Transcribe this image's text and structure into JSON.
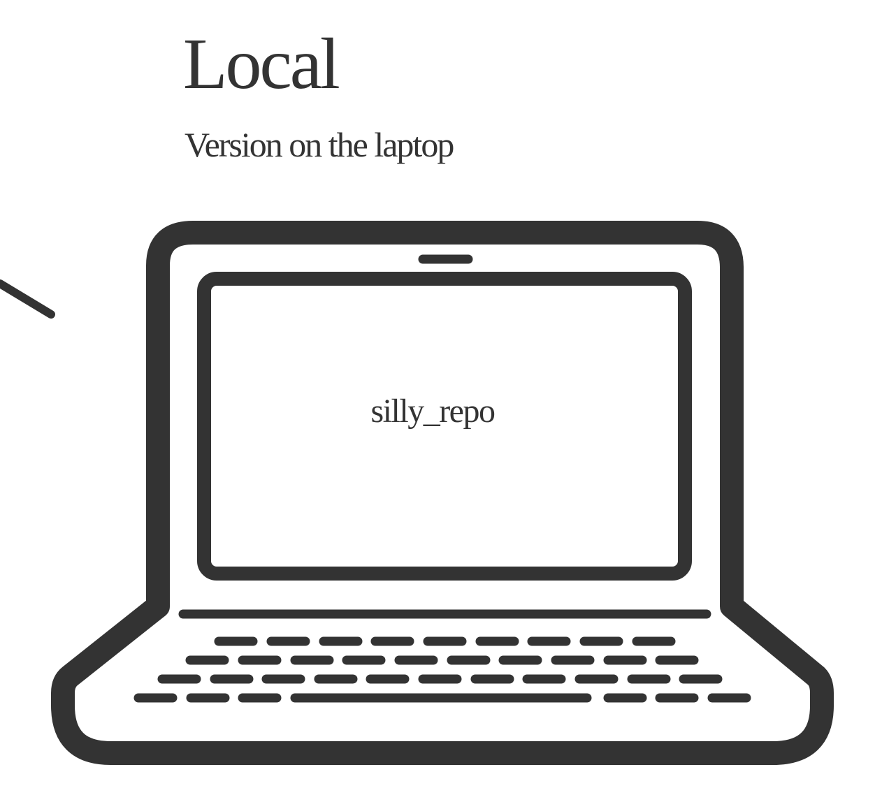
{
  "header": {
    "title": "Local",
    "subtitle": "Version on the laptop"
  },
  "laptop": {
    "screen_label": "silly_repo",
    "icon": "laptop-icon"
  },
  "colors": {
    "stroke": "#333333",
    "background": "#ffffff"
  }
}
